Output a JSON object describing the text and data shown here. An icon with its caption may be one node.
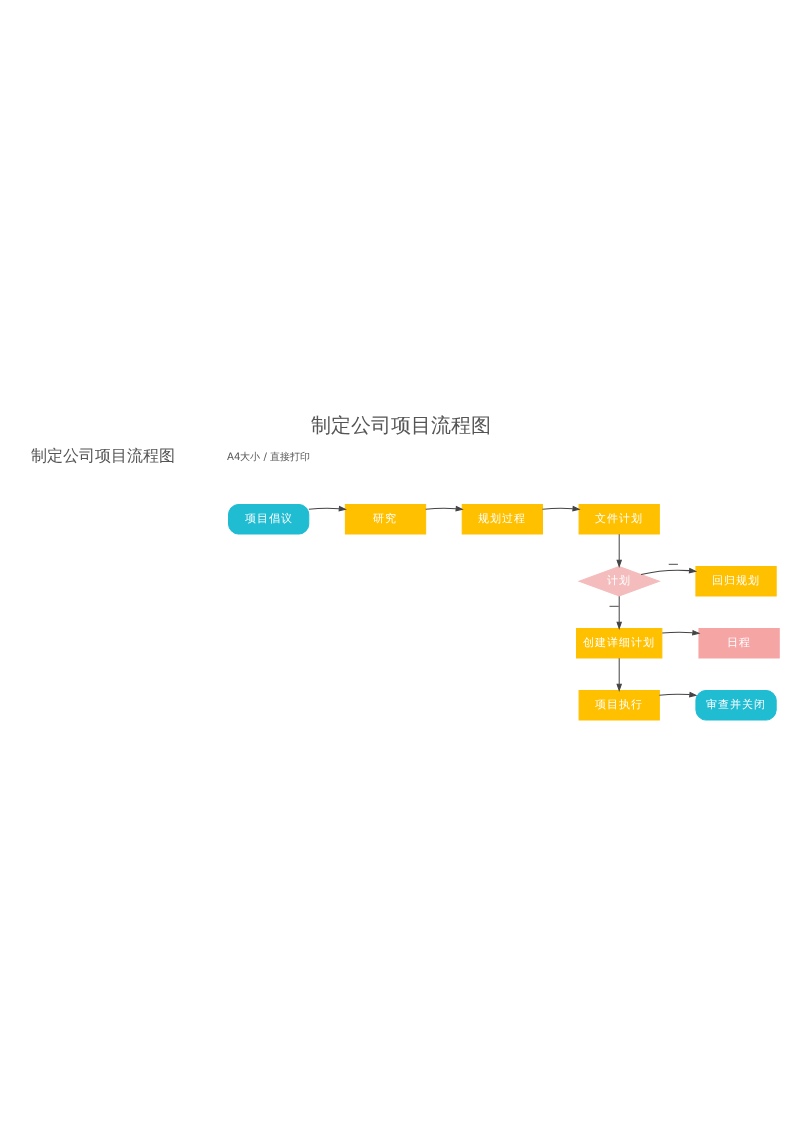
{
  "diagram": {
    "title": "制定公司项目流程图",
    "nodes": [
      {
        "text": [
          "项目倡议"
        ]
      },
      {
        "text": [
          "研究"
        ]
      },
      {
        "text": [
          "规划过程"
        ]
      },
      {
        "text": [
          "文件计划"
        ]
      },
      {
        "text": [
          "计划"
        ]
      },
      {
        "text": [
          "回归规划"
        ]
      },
      {
        "text": [
          "创建详细计划"
        ]
      },
      {
        "text": [
          "日程"
        ]
      },
      {
        "text": [
          "项目执行"
        ]
      },
      {
        "text": [
          "审查并关闭"
        ]
      }
    ],
    "edges": [
      {
        "from": 0,
        "to": 1,
        "arrow": "to"
      },
      {
        "from": 1,
        "to": 2,
        "arrow": "to"
      },
      {
        "from": 2,
        "to": 3,
        "arrow": "to"
      },
      {
        "from": 3,
        "to": 4,
        "arrow": "to"
      },
      {
        "from": 4,
        "to": 5,
        "arrow": "to",
        "label": "—"
      },
      {
        "from": 4,
        "to": 6,
        "arrow": "to",
        "label": "—"
      },
      {
        "from": 6,
        "to": 7,
        "arrow": "to"
      },
      {
        "from": 6,
        "to": 8,
        "arrow": "to"
      },
      {
        "from": 8,
        "to": 9,
        "arrow": "to"
      }
    ],
    "labels": [
      "制定公司项目流程图",
      "A4大小 / 直接打印"
    ]
  }
}
